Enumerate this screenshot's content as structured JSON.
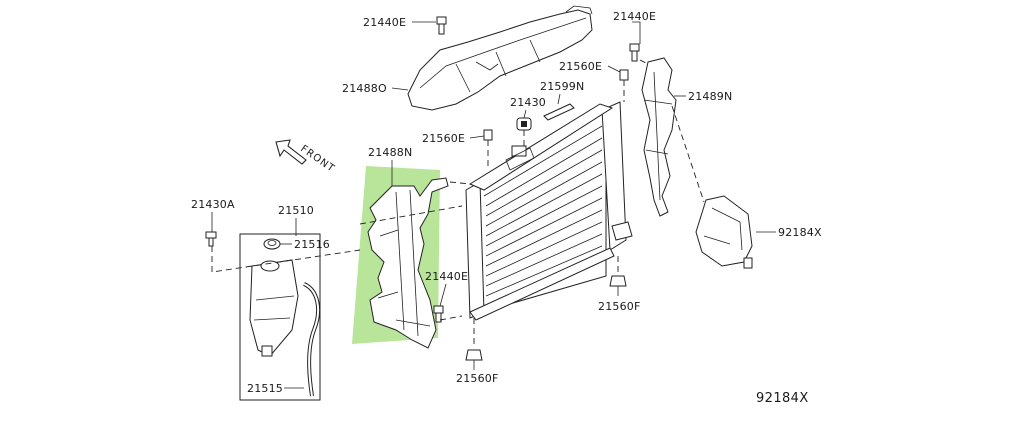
{
  "labels": {
    "upper_clip_left": "21440E",
    "upper_clip_right": "21440E",
    "upper_seal": "21488O",
    "side_seal_right": "21489N",
    "mount_top_right": "21560E",
    "seal_strip": "21599N",
    "mount_insulator": "21430",
    "mount_top_left": "21560E",
    "side_seal_left": "21488N",
    "reservoir_bolt": "21430A",
    "reservoir_assy": "21510",
    "reservoir_cap": "21516",
    "clip_lower": "21440E",
    "mount_bottom_right": "21560F",
    "mount_bottom_left": "21560F",
    "hose": "21515",
    "bracket": "92184X"
  },
  "direction": {
    "text": "FRONT"
  },
  "diagram_code": "92184X",
  "colors": {
    "highlight": "#b9e59a",
    "line": "#222222"
  }
}
